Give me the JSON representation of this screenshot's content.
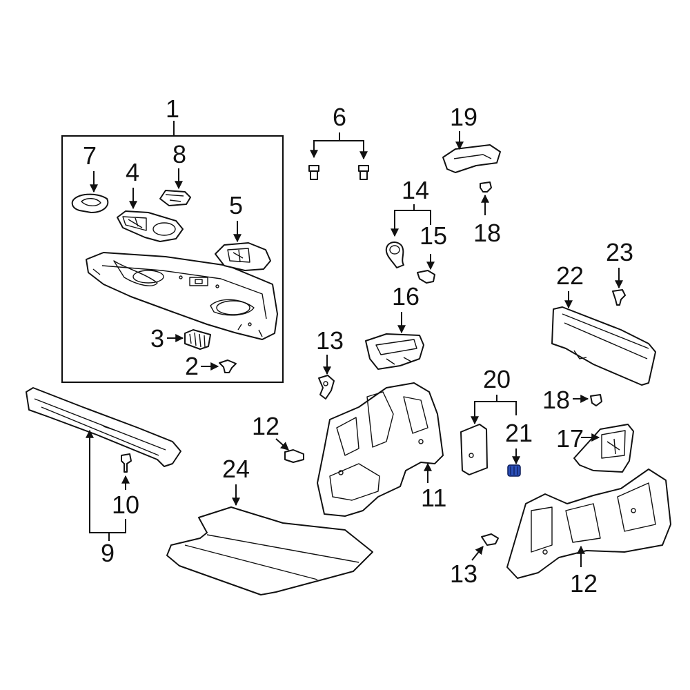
{
  "diagram": {
    "callouts": {
      "c1": "1",
      "c2": "2",
      "c3": "3",
      "c4": "4",
      "c5": "5",
      "c6": "6",
      "c7": "7",
      "c8": "8",
      "c9": "9",
      "c10": "10",
      "c11": "11",
      "c12a": "12",
      "c12b": "12",
      "c13a": "13",
      "c13b": "13",
      "c14": "14",
      "c15": "15",
      "c16": "16",
      "c17": "17",
      "c18a": "18",
      "c18b": "18",
      "c19": "19",
      "c20": "20",
      "c21": "21",
      "c22": "22",
      "c23": "23",
      "c24": "24"
    },
    "highlight_color": "#2b4fb8",
    "highlighted_part": "21"
  }
}
